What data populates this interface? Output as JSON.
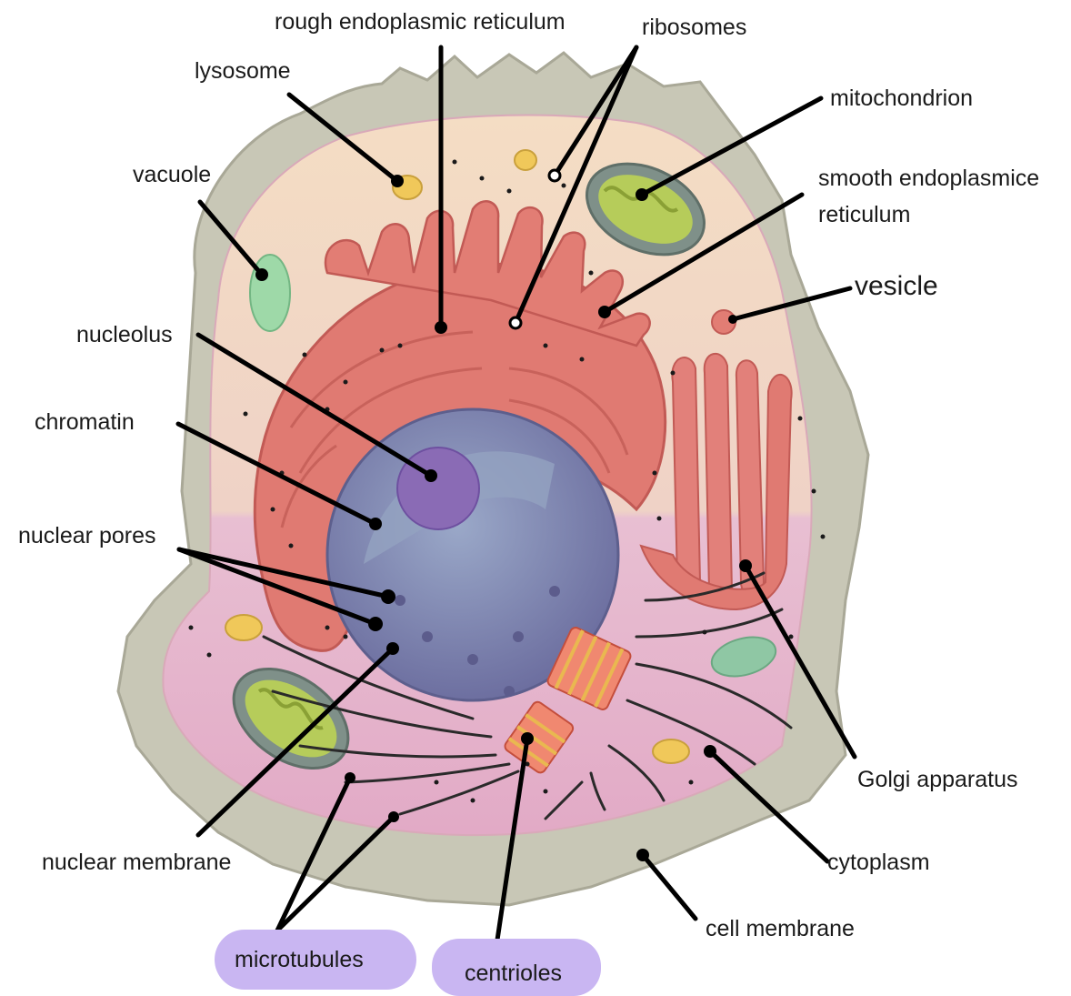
{
  "labels": {
    "rough_er": "rough endoplasmic reticulum",
    "ribosomes": "ribosomes",
    "lysosome": "lysosome",
    "mitochondrion": "mitochondrion",
    "vacuole": "vacuole",
    "smooth_er_line1": "smooth endoplasmice",
    "smooth_er_line2": "reticulum",
    "vesicle": "vesicle",
    "nucleolus": "nucleolus",
    "chromatin": "chromatin",
    "nuclear_pores": "nuclear pores",
    "golgi": "Golgi apparatus",
    "nuclear_membrane": "nuclear membrane",
    "cytoplasm": "cytoplasm",
    "cell_membrane": "cell membrane",
    "microtubules": "microtubules",
    "centrioles": "centrioles"
  },
  "colors": {
    "cell_membrane": "#c9c8b8",
    "cytoplasm_top": "#f3dcc0",
    "cytoplasm_bottom": "#e6b3cc",
    "rough_er": "#e0706a",
    "nucleus": "#7f8bb0",
    "nucleolus": "#8a6bb5",
    "mitochondrion_outer": "#7d8f88",
    "mitochondrion_inner": "#b9cf5a",
    "vacuole": "#9ed9a8",
    "lysosome": "#f0c85a",
    "golgi": "#e0706a",
    "pill": "#c9b6f2"
  }
}
